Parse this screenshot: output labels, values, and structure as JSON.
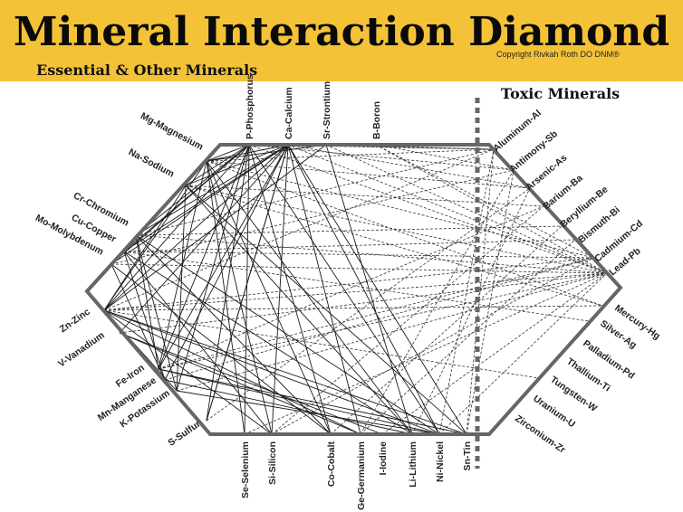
{
  "header": {
    "title": "Mineral Interaction Diamond",
    "subtitle": "Essential & Other Minerals",
    "copyright": "Copyright Rivkah Roth DO DNM®",
    "toxic_heading": "Toxic Minerals",
    "band_color": "#f3c237"
  },
  "colors": {
    "hexagon": "#666666",
    "solid_line": "#1a1a1a",
    "dashed_line": "#333333",
    "divider": "#666666"
  },
  "minerals": {
    "left": [
      "Mg-Magnesium",
      "Na-Sodium",
      "Cr-Chromium",
      "Cu-Copper",
      "Mo-Molybdenum",
      "Zn-Zinc",
      "V-Vanadium",
      "Fe-Iron",
      "Mn-Manganese",
      "K-Potassium",
      "S-Sulfur"
    ],
    "top": [
      "P-Phosphorus",
      "Ca-Calcium",
      "Sr-Strontium",
      "B-Boron"
    ],
    "bottom": [
      "Se-Selenium",
      "Si-Silicon",
      "Co-Cobalt",
      "Ge-Germanium",
      "I-Iodine",
      "Li-Lithium",
      "Ni-Nickel",
      "Sn-Tin"
    ],
    "toxic": [
      "Aluminum-Al",
      "Antimony-Sb",
      "Arsenic-As",
      "Barium-Ba",
      "Beryllium-Be",
      "Bismuth-Bi",
      "Cadmium-Cd",
      "Lead-Pb",
      "Mercury-Hg",
      "Silver-Ag",
      "Palladium-Pd",
      "Thallium-Ti",
      "Tungsten-W",
      "Uranium-U",
      "Zirconium-Zr"
    ]
  }
}
